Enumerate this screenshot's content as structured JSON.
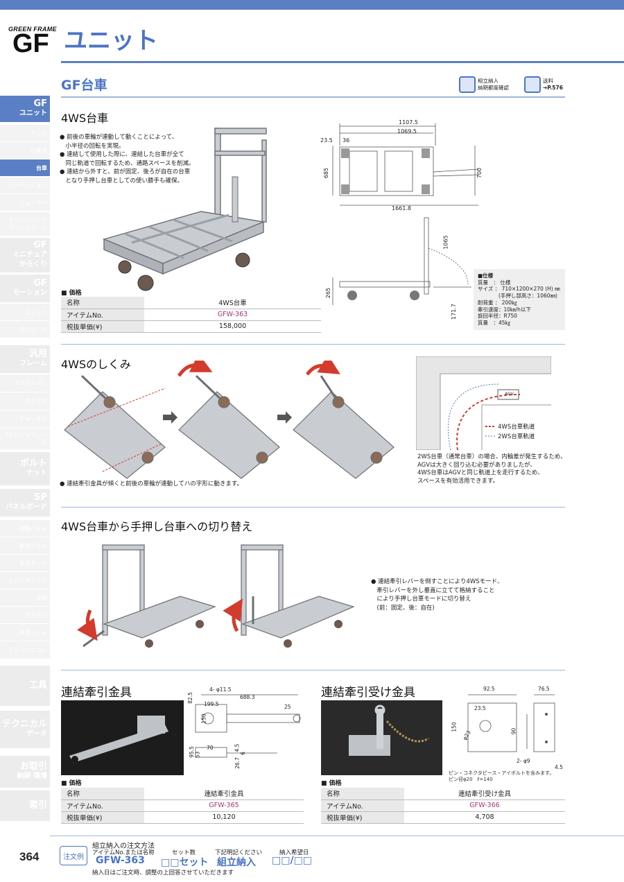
{
  "header": {
    "brand_sub": "GREEN FRAME",
    "brand_gf": "GF",
    "brand_unit": "ユニット",
    "section_title": "GF台車",
    "icon1_l1": "組立納入",
    "icon1_l2": "納期都度確認",
    "icon2_l1": "送料",
    "icon2_l2": "➔P.576"
  },
  "sidebar": [
    {
      "label": "GF\nユニット",
      "kind": "main",
      "active": true
    },
    {
      "label": "ラック",
      "kind": "sub"
    },
    {
      "label": "作業台",
      "kind": "sub"
    },
    {
      "label": "台車",
      "kind": "sub",
      "current": true
    },
    {
      "label": "パーティション",
      "kind": "sub"
    },
    {
      "label": "シューター",
      "kind": "sub"
    },
    {
      "label": "クリーンベンチ\nクリーンブース",
      "kind": "sub"
    },
    {
      "label": "GF\nミニチュア\nからくり",
      "kind": "main"
    },
    {
      "label": "GF\nモーション",
      "kind": "main"
    },
    {
      "label": "ユニット",
      "kind": "sub"
    },
    {
      "label": "モジュール",
      "kind": "sub"
    },
    {
      "label": "汎用\nフレーム",
      "kind": "main"
    },
    {
      "label": "フラットバー",
      "kind": "sub"
    },
    {
      "label": "アングル",
      "kind": "sub"
    },
    {
      "label": "チャンネル",
      "kind": "sub"
    },
    {
      "label": "Tスロットフレーム",
      "kind": "sub"
    },
    {
      "label": "ボルト\nナット",
      "kind": "main"
    },
    {
      "label": "SP\nパネルボード",
      "kind": "main"
    },
    {
      "label": "樹脂パネル",
      "kind": "sub"
    },
    {
      "label": "板金パネル",
      "kind": "sub"
    },
    {
      "label": "木製ボード",
      "kind": "sub"
    },
    {
      "label": "ビニールシート",
      "kind": "sub"
    },
    {
      "label": "金網",
      "kind": "sub"
    },
    {
      "label": "プラダン",
      "kind": "sub"
    },
    {
      "label": "発泡シート",
      "kind": "sub"
    },
    {
      "label": "アルミハニカム",
      "kind": "sub"
    },
    {
      "label": "工具",
      "kind": "main"
    },
    {
      "label": "テクニカル\nデータ",
      "kind": "main"
    },
    {
      "label": "お取引\n納期 環境",
      "kind": "main"
    },
    {
      "label": "索引",
      "kind": "main"
    }
  ],
  "s1": {
    "title": "4WS台車",
    "bullets": [
      "前後の車輪が連動して動くことによって、\n小半径の回転を実現。",
      "連結して使用した際に、連結した台車が全て\n同じ軌道で回転するため、通路スペースを削減。",
      "連結から外すと、前が固定、後ろが自在の台車\nとなり手押し台車としての使い勝手も確保。"
    ],
    "price_caption": "■ 価格",
    "table": [
      {
        "k": "名称",
        "v": "4WS台車"
      },
      {
        "k": "アイテムNo.",
        "v": "GFW-363"
      },
      {
        "k": "税抜単価(¥)",
        "v": "158,000"
      }
    ],
    "dims": {
      "d1": "1107.5",
      "d2": "1069.5",
      "d3": "23.5",
      "d4": "36",
      "d5": "685",
      "d6": "700",
      "d7": "1661.8",
      "d8": "1065",
      "d9": "265",
      "d10": "171.7"
    },
    "spec": {
      "title": "■仕様",
      "lines": [
        "質量　： 仕様",
        "サイズ ： 710×1200×270 (H) ㎜",
        "　　　　(手押し部高さ：1060㎜)",
        "耐荷重 ： 200㎏",
        "牽引速度：10㎞/h以下",
        "旋回半径：R750",
        "質量　：45㎏"
      ]
    }
  },
  "s2": {
    "title": "4WSのしくみ",
    "caption": "連結牽引金具が傾くと前後の車輪が連動してハの字形に動きます。",
    "legend1": "4WS台車軌道",
    "legend2": "2WS台車軌道",
    "agv": "AGV",
    "note": [
      "2WS台車（通常台車）の場合、内輪差が発生するため、",
      "AGVは大きく回り込む必要がありましたが、",
      "4WS台車はAGVと同じ軌道上を走行するため、",
      "スペースを有効活用できます。"
    ]
  },
  "s3": {
    "title": "4WS台車から手押し台車への切り替え",
    "bullet": [
      "連結牽引レバーを倒すことにより4WSモード、",
      "牽引レバーを外し垂直に立てて格納すること",
      "により手押し台車モードに切り替え",
      "(前：固定、後：自在)"
    ]
  },
  "s4": {
    "title": "連結牽引金具",
    "price_caption": "■ 価格",
    "table": [
      {
        "k": "名称",
        "v": "連結牽引金具"
      },
      {
        "k": "アイテムNo.",
        "v": "GFW-365"
      },
      {
        "k": "税抜単価(¥)",
        "v": "10,120"
      }
    ],
    "dims": {
      "a": "4- φ11.5",
      "b": "688.3",
      "c": "82.5",
      "d": "199.5",
      "e": "25",
      "f": "150",
      "g": "95.5",
      "h": "53",
      "i": "70",
      "j": "4.5",
      "k": "6",
      "l": "26.7"
    }
  },
  "s5": {
    "title": "連結牽引受け金具",
    "price_caption": "■ 価格",
    "table": [
      {
        "k": "名称",
        "v": "連結牽引受け金具"
      },
      {
        "k": "アイテムNo.",
        "v": "GFW-366"
      },
      {
        "k": "税抜単価(¥)",
        "v": "4,708"
      }
    ],
    "dims": {
      "a": "92.5",
      "b": "76.5",
      "c": "23.5",
      "d": "150",
      "e": "φ23",
      "f": "90",
      "g": "2- φ9",
      "h": "4.5"
    },
    "note1": "ピン・コネクタピース・アイボルトを含みます。",
    "note2": "ピン径φ20　ℓ=140"
  },
  "footer": {
    "page": "364",
    "order_badge": "注文例",
    "title": "組立納入の注文方法",
    "col1_h": "アイテムNo.または名称",
    "col1_v": "GFW-363",
    "col2_h": "セット数",
    "col2_v": "□□セット",
    "col3_h": "下記明記ください",
    "col3_v": "組立納入",
    "col4_h": "納入希望日",
    "col4_v": "□□/□□",
    "note": "納入日はご注文時、調整の上回答させていただきます"
  },
  "colors": {
    "accent": "#4a74c7",
    "item_no": "#a8327a",
    "arrow": "#d33b2c"
  }
}
